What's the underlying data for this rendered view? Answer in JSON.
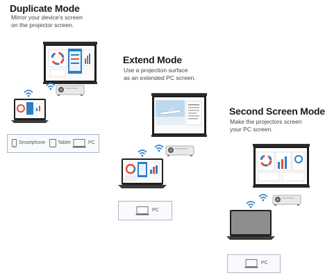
{
  "modes": [
    {
      "title": "Duplicate Mode",
      "description": [
        "Mirror your device's screen",
        "on the projector screen."
      ],
      "devices": [
        "Smartphone",
        "Tablet",
        "PC"
      ]
    },
    {
      "title": "Extend Mode",
      "description": [
        "Use a projection surface",
        "as an extended PC screen."
      ],
      "devices": [
        "PC"
      ]
    },
    {
      "title": "Second Screen Mode",
      "description": [
        "Make the projectors screen",
        "your PC screen."
      ],
      "devices": [
        "PC"
      ]
    }
  ],
  "icons": [
    "wifi-icon",
    "projector-icon",
    "projection-screen-icon",
    "laptop-icon",
    "smartphone-icon",
    "tablet-icon"
  ],
  "colors": {
    "accent_blue": "#2a7fc8",
    "frame": "#2b2b2b",
    "box_border": "#aab4c8"
  }
}
